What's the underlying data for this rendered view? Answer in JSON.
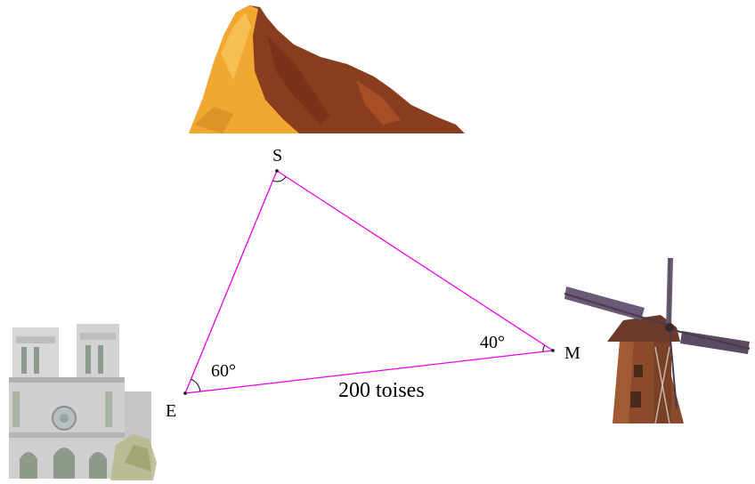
{
  "points": {
    "S": {
      "label": "S"
    },
    "E": {
      "label": "E"
    },
    "M": {
      "label": "M"
    }
  },
  "angles": {
    "E": {
      "label": "60°"
    },
    "M": {
      "label": "40°"
    }
  },
  "sides": {
    "EM": {
      "label": "200 toises"
    }
  },
  "colors": {
    "triangle": "#ee00ee",
    "arc": "#000000",
    "mountain_light": "#f0a830",
    "mountain_dark": "#8a3c1e",
    "cathedral": "#c8c8c8",
    "windmill_body": "#8c4a2c",
    "windmill_sail": "#6a5a78"
  },
  "pictures": [
    "mountain-picture",
    "cathedral-picture",
    "windmill-picture"
  ]
}
